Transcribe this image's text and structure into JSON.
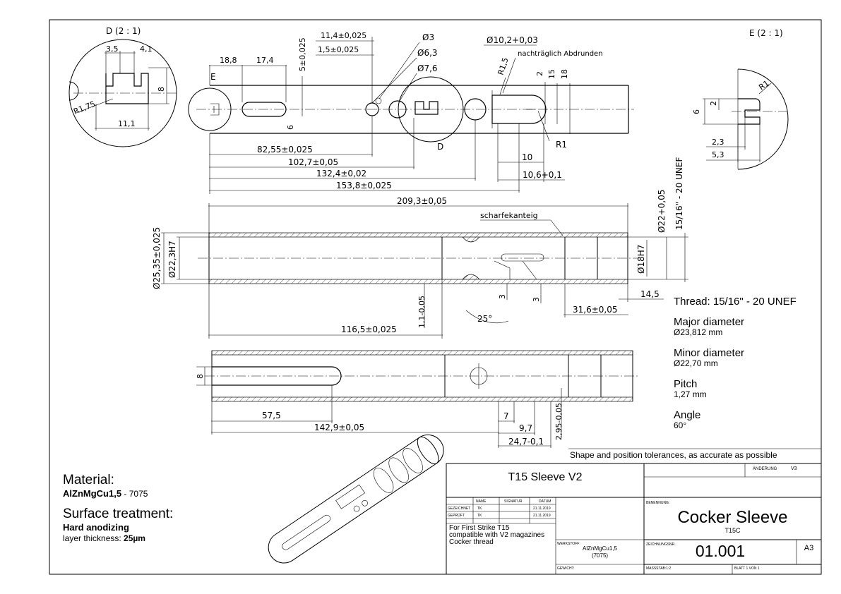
{
  "views": {
    "detail_d_title": "D  (2 : 1)",
    "detail_e_title": "E  (2 : 1)",
    "label_e": "E",
    "label_d": "D"
  },
  "dimensions": {
    "d_3_5": "3,5",
    "d_4_1": "4,1",
    "d_8_detail": "8",
    "d_r1_75": "R1,75",
    "d_11_1": "11,1",
    "d_18_8": "18,8",
    "d_17_4": "17,4",
    "d_5_0025": "5±0,025",
    "d_11_4": "11,4±0,025",
    "d_1_5": "1,5±0,025",
    "d_dia3": "Ø3",
    "d_dia6_3": "Ø6,3",
    "d_dia7_6": "Ø7,6",
    "d_dia10_2": "Ø10,2+0,03",
    "d_r1_5": "R1,5",
    "d_nachtr": "nachträglich Abdrunden",
    "d_2": "2",
    "d_15": "15",
    "d_18": "18",
    "d_6_slot": "6",
    "d_82_55": "82,55±0,025",
    "d_102_7": "102,7±0,05",
    "d_132_4": "132,4±0,02",
    "d_153_8": "153,8±0,025",
    "d_10": "10",
    "d_10_6": "10,6+0,1",
    "d_r1": "R1",
    "e_r1": "R1",
    "e_6": "6",
    "e_2": "2",
    "e_2_3": "2,3",
    "e_5_3": "5,3",
    "d_209_3": "209,3±0,05",
    "d_scharf": "scharfekanteig",
    "d_dia22": "Ø22+0,05",
    "d_unef": "15/16\" - 20 UNEF",
    "d_dia25_35": "Ø25,35±0,025",
    "d_dia22_3": "Ø22,3H7",
    "d_dia18": "Ø18H7",
    "d_14_5": "14,5",
    "d_3a": "3",
    "d_3b": "3",
    "d_1_1": "1,1-0,05",
    "d_25deg": "25°",
    "d_31_6": "31,6±0,05",
    "d_116_5": "116,5±0,025",
    "d_8_bottom": "8",
    "d_57_5": "57,5",
    "d_142_9": "142,9±0,05",
    "d_7": "7",
    "d_9_7": "9,7",
    "d_24_7": "24,7-0,1",
    "d_2_95": "2,95-0,05"
  },
  "material": {
    "title": "Material:",
    "name": "AlZnMgCu1,5",
    "suffix": " - 7075"
  },
  "surface": {
    "title": "Surface treatment:",
    "name": "Hard anodizing",
    "thickness_label": "layer thickness: ",
    "thickness_value": "25µm"
  },
  "thread": {
    "heading": "Thread: 15/16\" - 20 UNEF",
    "major_label": "Major diameter",
    "major_value": "Ø23,812 mm",
    "minor_label": "Minor diameter",
    "minor_value": "Ø22,70 mm",
    "pitch_label": "Pitch",
    "pitch_value": "1,27 mm",
    "angle_label": "Angle",
    "angle_value": "60°"
  },
  "tolerance_note": "Shape and position tolerances, as accurate as possible",
  "title_block": {
    "title": "T15 Sleeve V2",
    "change_label": "ÄNDERUNG",
    "change_value": "V3",
    "col_name": "NAME",
    "col_signature": "SIGNATUR",
    "col_date": "DATUM",
    "row_drawn": "GEZEICHNET",
    "row_checked": "GEPRÜFT",
    "drawn_name": "TK",
    "drawn_date": "21.11.2019",
    "checked_name": "TK",
    "checked_date": "21.11.2019",
    "desc_1": "For First Strike T15",
    "desc_2": "compatible with V2 magazines",
    "desc_3": "Cocker thread",
    "material_label": "WERKSTOFF:",
    "material_value": "AlZnMgCu1,5",
    "material_code": "(7075)",
    "weight_label": "GEWICHT:",
    "designation_label": "BENENNUNG:",
    "part_name": "Cocker Sleeve",
    "part_code": "T15C",
    "drawing_no_label": "ZEICHNUNGSNR.",
    "drawing_no": "01.001",
    "sheet_size": "A3",
    "scale": "MASSSTAB:1:2",
    "sheet": "BLATT 1 VON 1"
  }
}
